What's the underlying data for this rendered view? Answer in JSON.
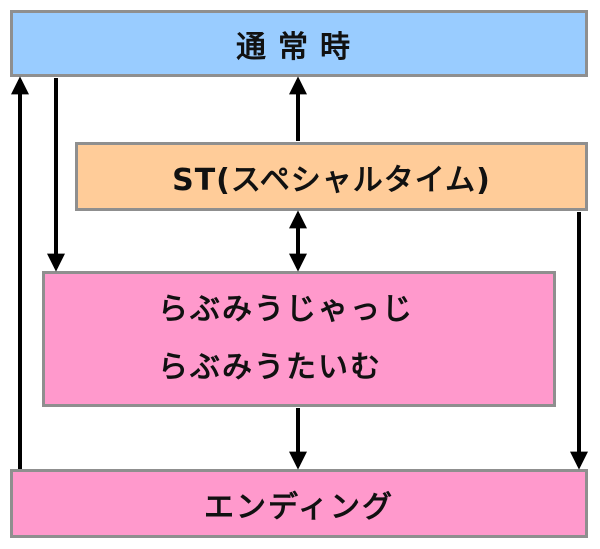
{
  "nodes": {
    "normal": {
      "label": "通常時",
      "color": "#99ccff"
    },
    "st": {
      "label": "ST(スペシャルタイム)",
      "color": "#ffcc99"
    },
    "love": {
      "line1": "らぶみうじゃっじ",
      "line2": "らぶみうたいむ",
      "color": "#ff99cc"
    },
    "ending": {
      "label": "エンディング",
      "color": "#ff99cc"
    }
  },
  "edge_color": "#000000"
}
